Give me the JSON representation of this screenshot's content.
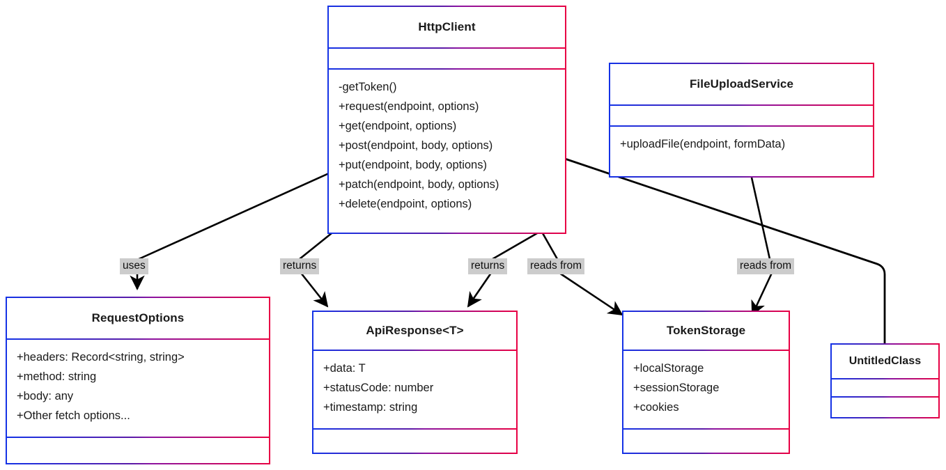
{
  "diagram": {
    "type": "uml-class-diagram",
    "title": "HTTP Client UML Class Diagram",
    "background": "#ffffff",
    "border_gradient_from": "#1432e6",
    "border_gradient_to": "#e80043",
    "connector_color": "#000000",
    "label_background": "#cccccc"
  },
  "classes": [
    {
      "id": "httpclient",
      "name": "HttpClient",
      "attributes": [],
      "methods": [
        "-getToken()",
        "+request(endpoint, options)",
        "+get(endpoint, options)",
        "+post(endpoint, body, options)",
        "+put(endpoint, body, options)",
        "+patch(endpoint, body, options)",
        "+delete(endpoint, options)"
      ]
    },
    {
      "id": "fileuploadservice",
      "name": "FileUploadService",
      "attributes": [],
      "methods": [
        "+uploadFile(endpoint, formData)"
      ]
    },
    {
      "id": "requestoptions",
      "name": "RequestOptions",
      "attributes": [
        "+headers: Record<string, string>",
        "+method: string",
        "+body: any",
        "+Other fetch options..."
      ],
      "methods": []
    },
    {
      "id": "apiresponse",
      "name": "ApiResponse<T>",
      "attributes": [
        "+data: T",
        "+statusCode: number",
        "+timestamp: string"
      ],
      "methods": []
    },
    {
      "id": "tokenstorage",
      "name": "TokenStorage",
      "attributes": [
        "+localStorage",
        "+sessionStorage",
        "+cookies"
      ],
      "methods": []
    },
    {
      "id": "untitledclass",
      "name": "UntitledClass",
      "attributes": [],
      "methods": []
    }
  ],
  "relationships": [
    {
      "id": "rel-uses",
      "from": "HttpClient",
      "to": "RequestOptions",
      "label": "uses"
    },
    {
      "id": "rel-returns-1",
      "from": "HttpClient",
      "to": "ApiResponse<T>",
      "label": "returns"
    },
    {
      "id": "rel-returns-2",
      "from": "HttpClient",
      "to": "ApiResponse<T>",
      "label": "returns"
    },
    {
      "id": "rel-reads-from-1",
      "from": "HttpClient",
      "to": "TokenStorage",
      "label": "reads from"
    },
    {
      "id": "rel-reads-from-2",
      "from": "FileUploadService",
      "to": "TokenStorage",
      "label": "reads from"
    },
    {
      "id": "rel-plain",
      "from": "HttpClient",
      "to": "UntitledClass",
      "label": ""
    }
  ]
}
